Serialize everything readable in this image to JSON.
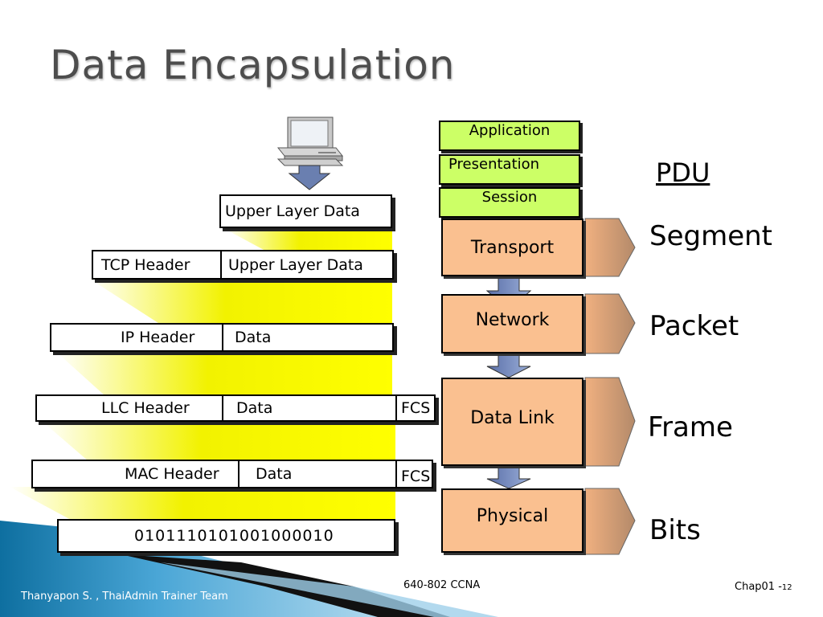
{
  "title": "Data Encapsulation",
  "boxes": {
    "upper": "Upper Layer Data",
    "tcp_header": "TCP Header",
    "tcp_data": "Upper Layer Data",
    "ip_header": "IP Header",
    "ip_data": "Data",
    "llc_header": "LLC Header",
    "llc_data": "Data",
    "llc_fcs": "FCS",
    "mac_header": "MAC Header",
    "mac_data": "Data",
    "mac_fcs": "FCS",
    "bits": "0101110101001000010"
  },
  "layers": {
    "application": "Application",
    "presentation": "Presentation",
    "session": "Session",
    "transport": "Transport",
    "network": "Network",
    "datalink": "Data Link",
    "physical": "Physical"
  },
  "pdu": {
    "heading": "PDU",
    "segment": "Segment",
    "packet": "Packet",
    "frame": "Frame",
    "bits": "Bits"
  },
  "footer": {
    "author": "Thanyapon S. , ThaiAdmin Trainer Team",
    "course": "640-802 CCNA",
    "chapter": "Chap01 -",
    "page": "12"
  },
  "colors": {
    "upper_layers": "#ccff66",
    "lower_layers": "#fac090",
    "funnel": "#ffff00",
    "arrow": "#6a7fb0"
  }
}
